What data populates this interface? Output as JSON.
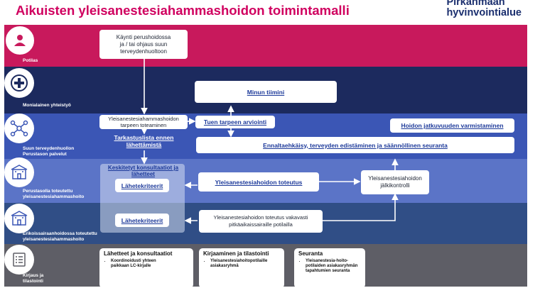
{
  "title": "Aikuisten yleisanestesiahammashoidon toimintamalli",
  "brand": {
    "line1": "Pirkanmaan",
    "line2": "hyvinvointialue"
  },
  "bands": {
    "potilas": "Potilas",
    "monialainen": "Monialainen yhteistyö",
    "suun_l1": "Suun terveydenhuollon",
    "suun_l2": "Perustason palvelut",
    "perus_l1": "Perustasolla toteutettu",
    "perus_l2": "yleisanestesiahammashoito",
    "erik_l1": "Erikoissairaanhoidossa toteutettu",
    "erik_l2": "yleisanestesiahammashoito",
    "kirjaus_l1": "Kirjaus ja",
    "kirjaus_l2": "tilastointi"
  },
  "boxes": {
    "kaynti_l1": "Käynti perushoidossa",
    "kaynti_l2": "ja / tai ohjaus suun",
    "kaynti_l3": "terveydenhuoltoon",
    "tiimi": "Minun tiimini",
    "yleis_l1": "Yleisanestesiahammashoidon",
    "yleis_l2": "tarpeen toteaminen",
    "tuen": "Tuen tarpeen arviointi",
    "hoidon_jatk": "Hoidon jatkuvuuden varmistaminen",
    "tark_l1": "Tarkastuslista ennen",
    "tark_l2": "lähettämistä",
    "ennalta": "Ennaltaehkäisy, terveyden edistäminen ja säännöllinen seuranta",
    "kesk_l1": "Keskitetyt konsultaatiot ja",
    "kesk_l2": "lähetteet",
    "lahete1": "Lähetekriteerit",
    "toteutus": "Yleisanestesiahoidon toteutus",
    "jalki_l1": "Yleisanestesiahoidon",
    "jalki_l2": "jälkikontrolli",
    "lahete2": "Lähetekriteerit",
    "vakava_l1": "Yleisanestesiahoidon toteutus vakavasti",
    "vakava_l2": "pitkäaikaissairaille potilailla"
  },
  "cards": [
    {
      "title": "Lähetteet ja konsultaatiot",
      "item_l1": "Koordinoidusti yhteen",
      "item_l2": "paikkaan LC-kirjalle"
    },
    {
      "title": "Kirjaaminen ja tilastointi",
      "item_l1": "Yleisanestesiahoitopotilaille",
      "item_l2": "asiakasryhmä"
    },
    {
      "title": "Seuranta",
      "item_l1": "Yleisanestesia-hoito-",
      "item_l2": "potilaiden asiakasryhmän",
      "item_l3": "tapahtumien seuranta"
    }
  ],
  "icons": [
    "person-icon",
    "plus-icon",
    "network-icon",
    "hospital-icon",
    "hospital-icon",
    "checklist-icon"
  ],
  "colors": {
    "potilas": "#c8195c",
    "monialainen": "#1c2a5e",
    "suun": "#3b56b5",
    "perus": "#5b74c7",
    "erik": "#304e86",
    "kirjaus": "#5e5e66",
    "title": "#d0005f"
  }
}
